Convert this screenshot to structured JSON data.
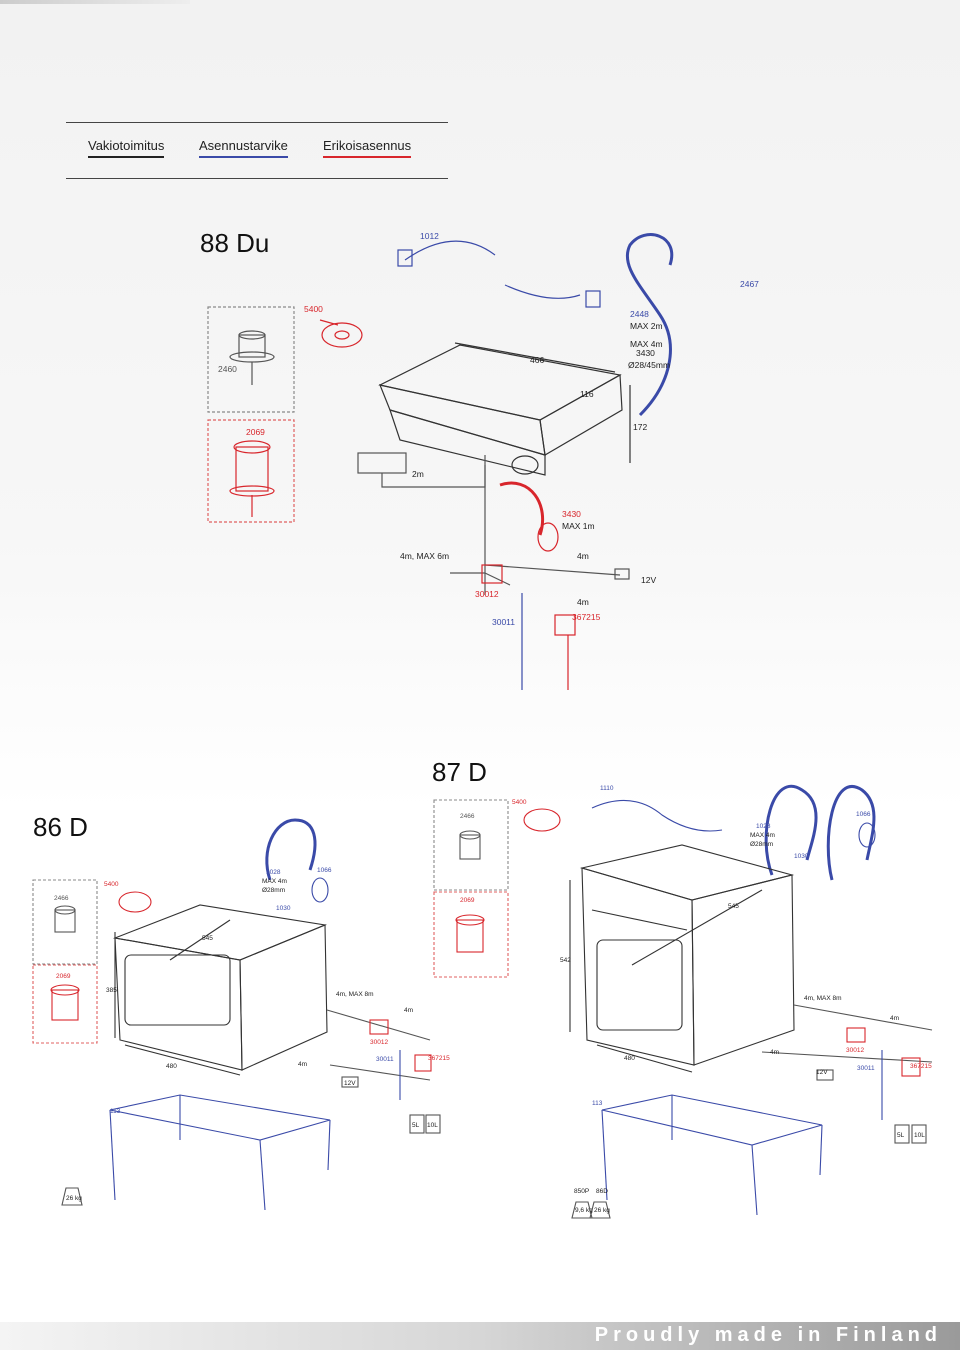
{
  "legend": {
    "standard": "Vakiotoimitus",
    "accessory": "Asennustarvike",
    "special": "Erikoisasennus",
    "colors": {
      "standard": "#222222",
      "accessory": "#3a4aa8",
      "special": "#d8262c"
    }
  },
  "models": {
    "m88": {
      "title": "88 Du",
      "labels": [
        "1012",
        "2467",
        "2448",
        "MAX 2m",
        "MAX 4m",
        "3430",
        "Ø28/45mm",
        "5400",
        "2460",
        "466",
        "116",
        "172",
        "2069",
        "2m",
        "3430",
        "MAX 1m",
        "4m, MAX 6m",
        "4m",
        "12V",
        "30012",
        "4m",
        "367215",
        "30011"
      ]
    },
    "m87": {
      "title": "87 D",
      "labels": [
        "1110",
        "5400",
        "1066",
        "2466",
        "1028",
        "MAX 4m",
        "Ø28mm",
        "1030",
        "2069",
        "545",
        "542",
        "4m, MAX 8m",
        "4m",
        "480",
        "4m",
        "30012",
        "12V",
        "30011",
        "367215",
        "113",
        "5L",
        "10L",
        "850P",
        "86D",
        "9,6 kg",
        "26 kg"
      ]
    },
    "m86": {
      "title": "86 D",
      "labels": [
        "1028",
        "MAX 4m",
        "Ø28mm",
        "1066",
        "2466",
        "5400",
        "1030",
        "545",
        "2069",
        "385",
        "4m, MAX 8m",
        "4m",
        "480",
        "30012",
        "367215",
        "30011",
        "4m",
        "12V",
        "113",
        "5L",
        "10L",
        "26 kg"
      ]
    }
  },
  "footer": "Proudly made in Finland"
}
